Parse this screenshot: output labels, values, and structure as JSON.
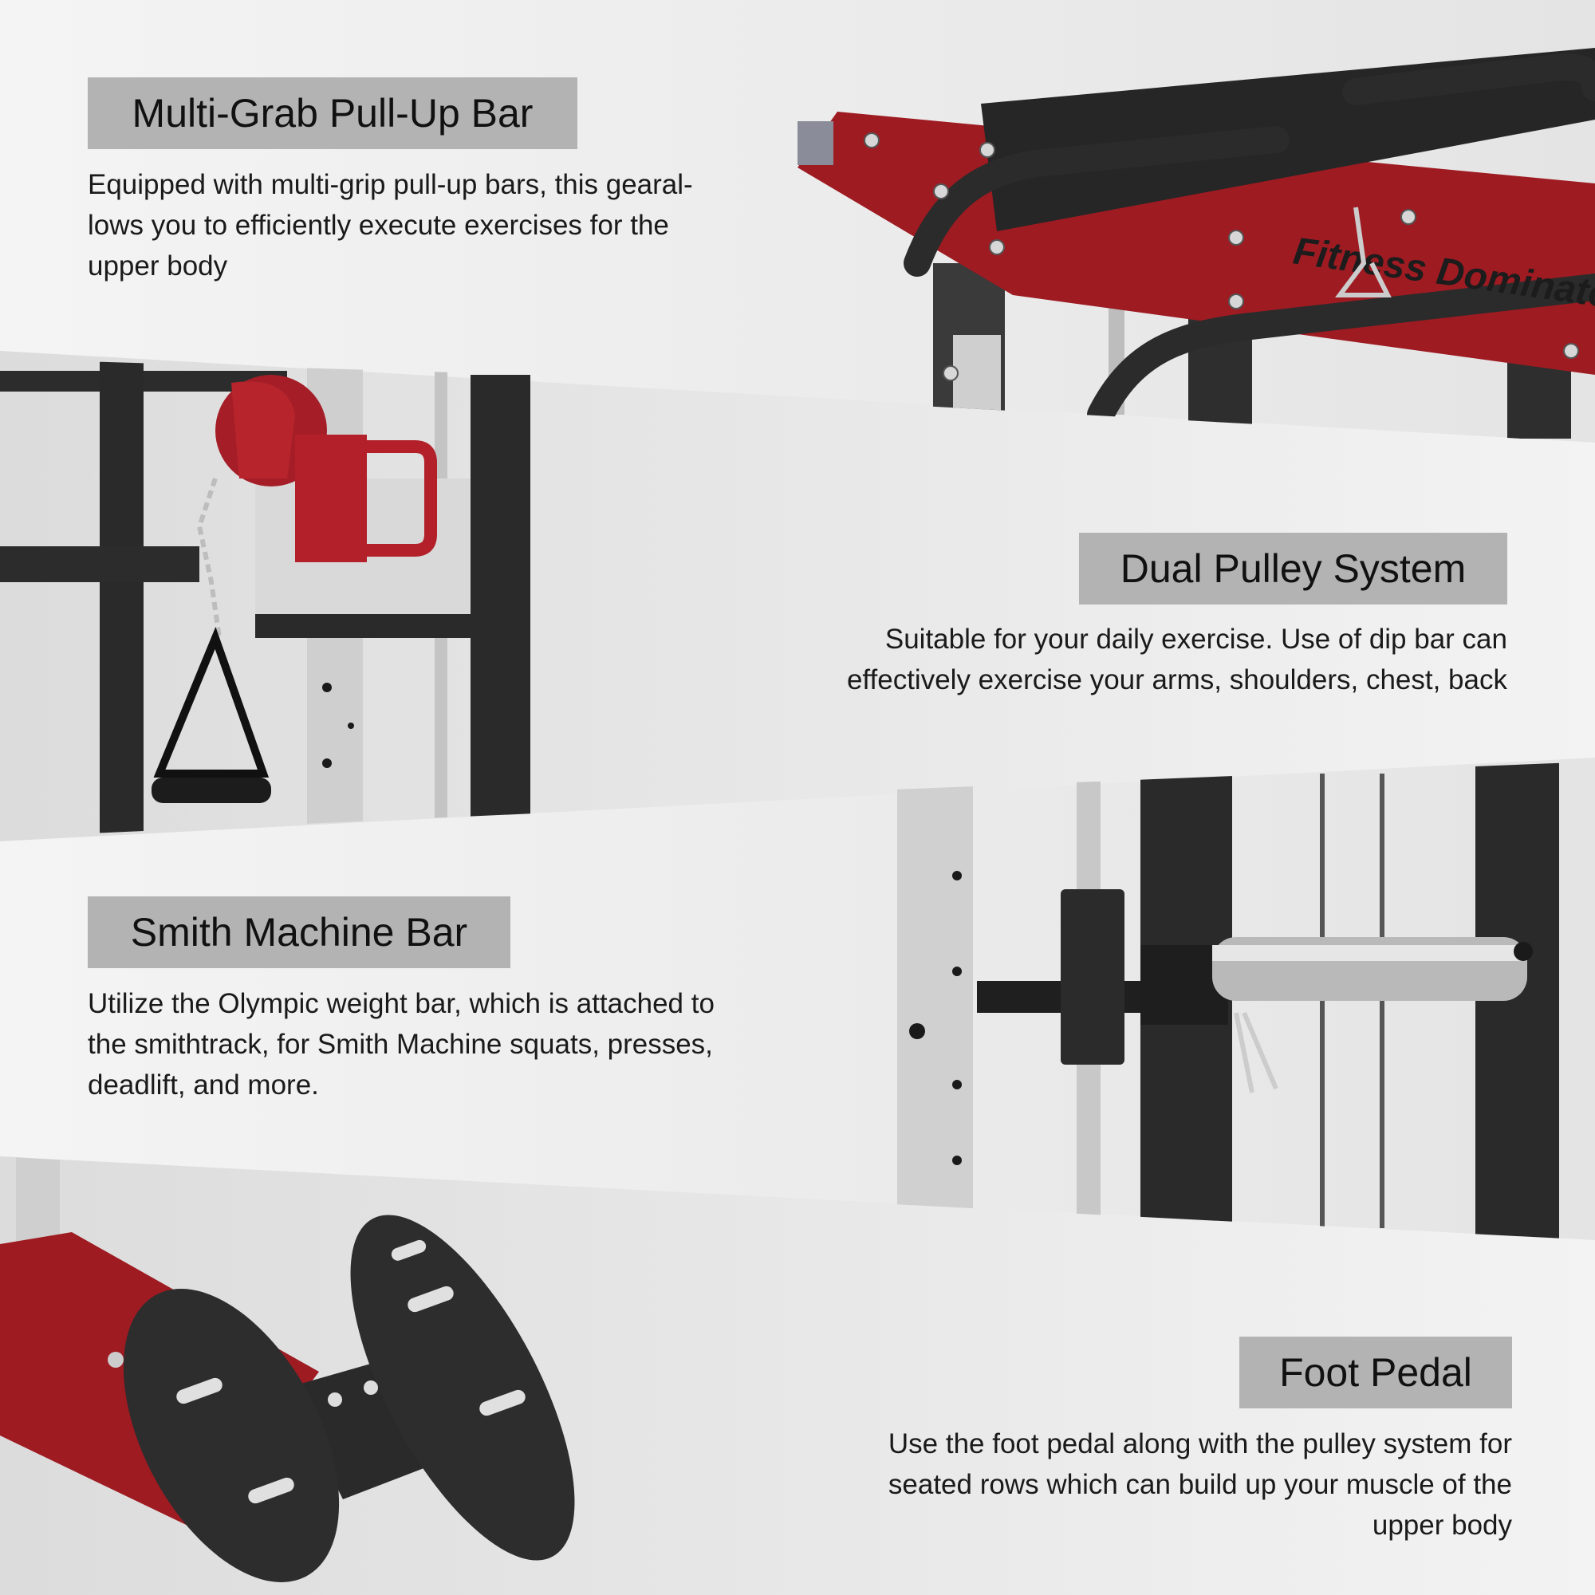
{
  "sections": [
    {
      "title": "Multi-Grab Pull-Up Bar",
      "lines": [
        "Equipped with multi-grip pull-up bars, this gearal-",
        "lows you to efficiently execute exercises for the",
        "upper body"
      ]
    },
    {
      "title": "Dual Pulley System",
      "lines": [
        "Suitable for your daily exercise. Use of dip bar can",
        "effectively exercise your arms, shoulders, chest, back"
      ]
    },
    {
      "title": "Smith Machine Bar",
      "lines": [
        "Utilize the Olympic weight bar, which is attached to",
        "the smithtrack, for Smith Machine squats, presses,",
        "deadlift, and more."
      ]
    },
    {
      "title": "Foot Pedal",
      "lines": [
        "Use the foot pedal along with the pulley system for",
        "seated rows which can build up your muscle of the",
        "upper body"
      ]
    }
  ],
  "colors": {
    "frame_red": "#9e1b22",
    "frame_black": "#2a2a2a",
    "steel": "#c8c8c8",
    "heading_bg": "#b3b3b3"
  },
  "brand_mark_text": "Fitness Dominator"
}
